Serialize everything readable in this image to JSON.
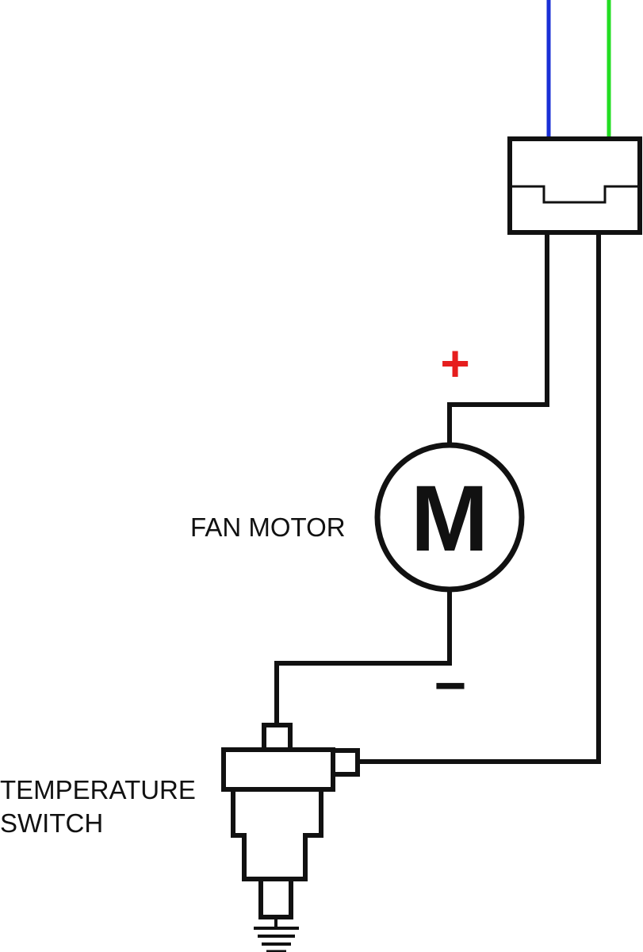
{
  "diagram": {
    "fan_motor_label": "FAN  MOTOR",
    "motor_symbol": "M",
    "temperature_switch_label_line1": "TEMPERATURE",
    "temperature_switch_label_line2": "SWITCH",
    "positive_sign": "+",
    "negative_sign": "−"
  },
  "colors": {
    "line": "#111111",
    "wire_blue": "#1a2fd6",
    "wire_green": "#22dd22",
    "positive": "#e61e1e",
    "background": "#ffffff"
  }
}
